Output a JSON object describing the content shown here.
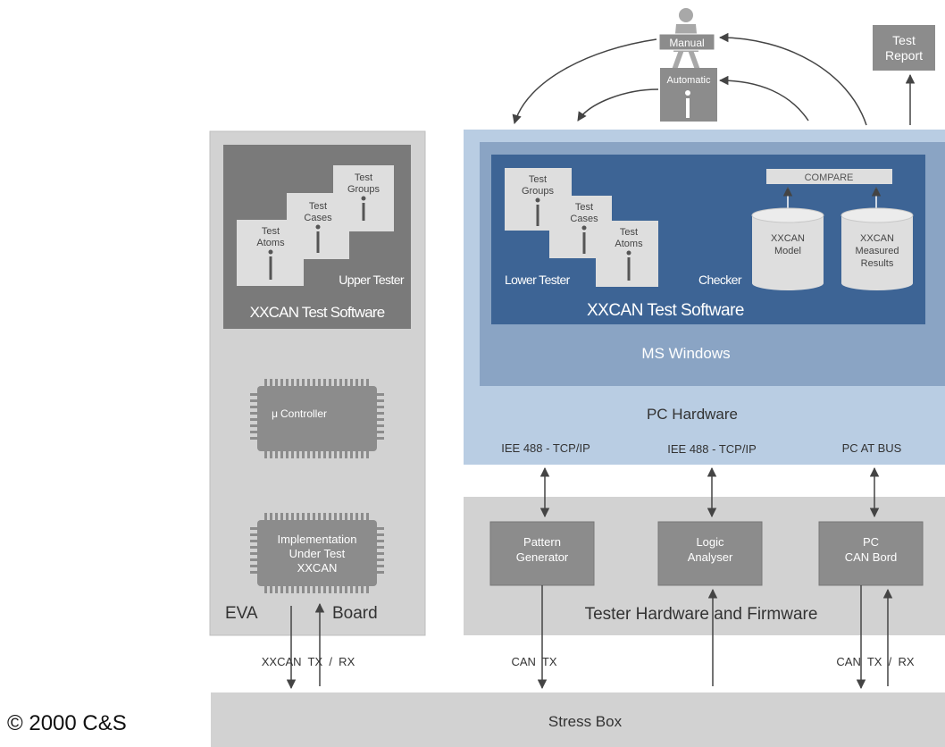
{
  "colors": {
    "grey_panel": "#d2d2d2",
    "dark_grey": "#7a7a7a",
    "light_blue": "#b9cde3",
    "mid_blue": "#8aa4c4",
    "dark_blue": "#3d6495",
    "card": "#dedede",
    "chip": "#8c8c8c"
  },
  "copyright": "© 2000 C&S",
  "top": {
    "manual": "Manual",
    "automatic": "Automatic",
    "test_report_line1": "Test",
    "test_report_line2": "Report"
  },
  "eva_board": {
    "upper_tester": {
      "groups_l1": "Test",
      "groups_l2": "Groups",
      "cases_l1": "Test",
      "cases_l2": "Cases",
      "atoms_l1": "Test",
      "atoms_l2": "Atoms",
      "label": "Upper Tester",
      "software": "XXCAN Test Software"
    },
    "mu_symbol": "μ",
    "controller": "Controller",
    "iut_l1": "Implementation",
    "iut_l2": "Under Test",
    "iut_l3": "XXCAN",
    "eva": "EVA",
    "board": "Board"
  },
  "pc": {
    "groups_l1": "Test",
    "groups_l2": "Groups",
    "cases_l1": "Test",
    "cases_l2": "Cases",
    "atoms_l1": "Test",
    "atoms_l2": "Atoms",
    "lower_tester": "Lower Tester",
    "checker": "Checker",
    "compare": "COMPARE",
    "model_l1": "XXCAN",
    "model_l2": "Model",
    "measured_l1": "XXCAN",
    "measured_l2": "Measured",
    "measured_l3": "Results",
    "software": "XXCAN Test Software",
    "os": "MS Windows",
    "hardware": "PC Hardware",
    "iface1": "IEE 488 - TCP/IP",
    "iface2": "IEE 488 - TCP/IP",
    "iface3": "PC AT BUS"
  },
  "tester": {
    "pattern_l1": "Pattern",
    "pattern_l2": "Generator",
    "logic_l1": "Logic",
    "logic_l2": "Analyser",
    "pccan_l1": "PC",
    "pccan_l2": "CAN Bord",
    "label": "Tester Hardware and Firmware"
  },
  "bus": {
    "left": "XXCAN  TX  /  RX",
    "mid": "CAN  TX",
    "right": "CAN  TX  /  RX"
  },
  "stress_box": "Stress Box"
}
